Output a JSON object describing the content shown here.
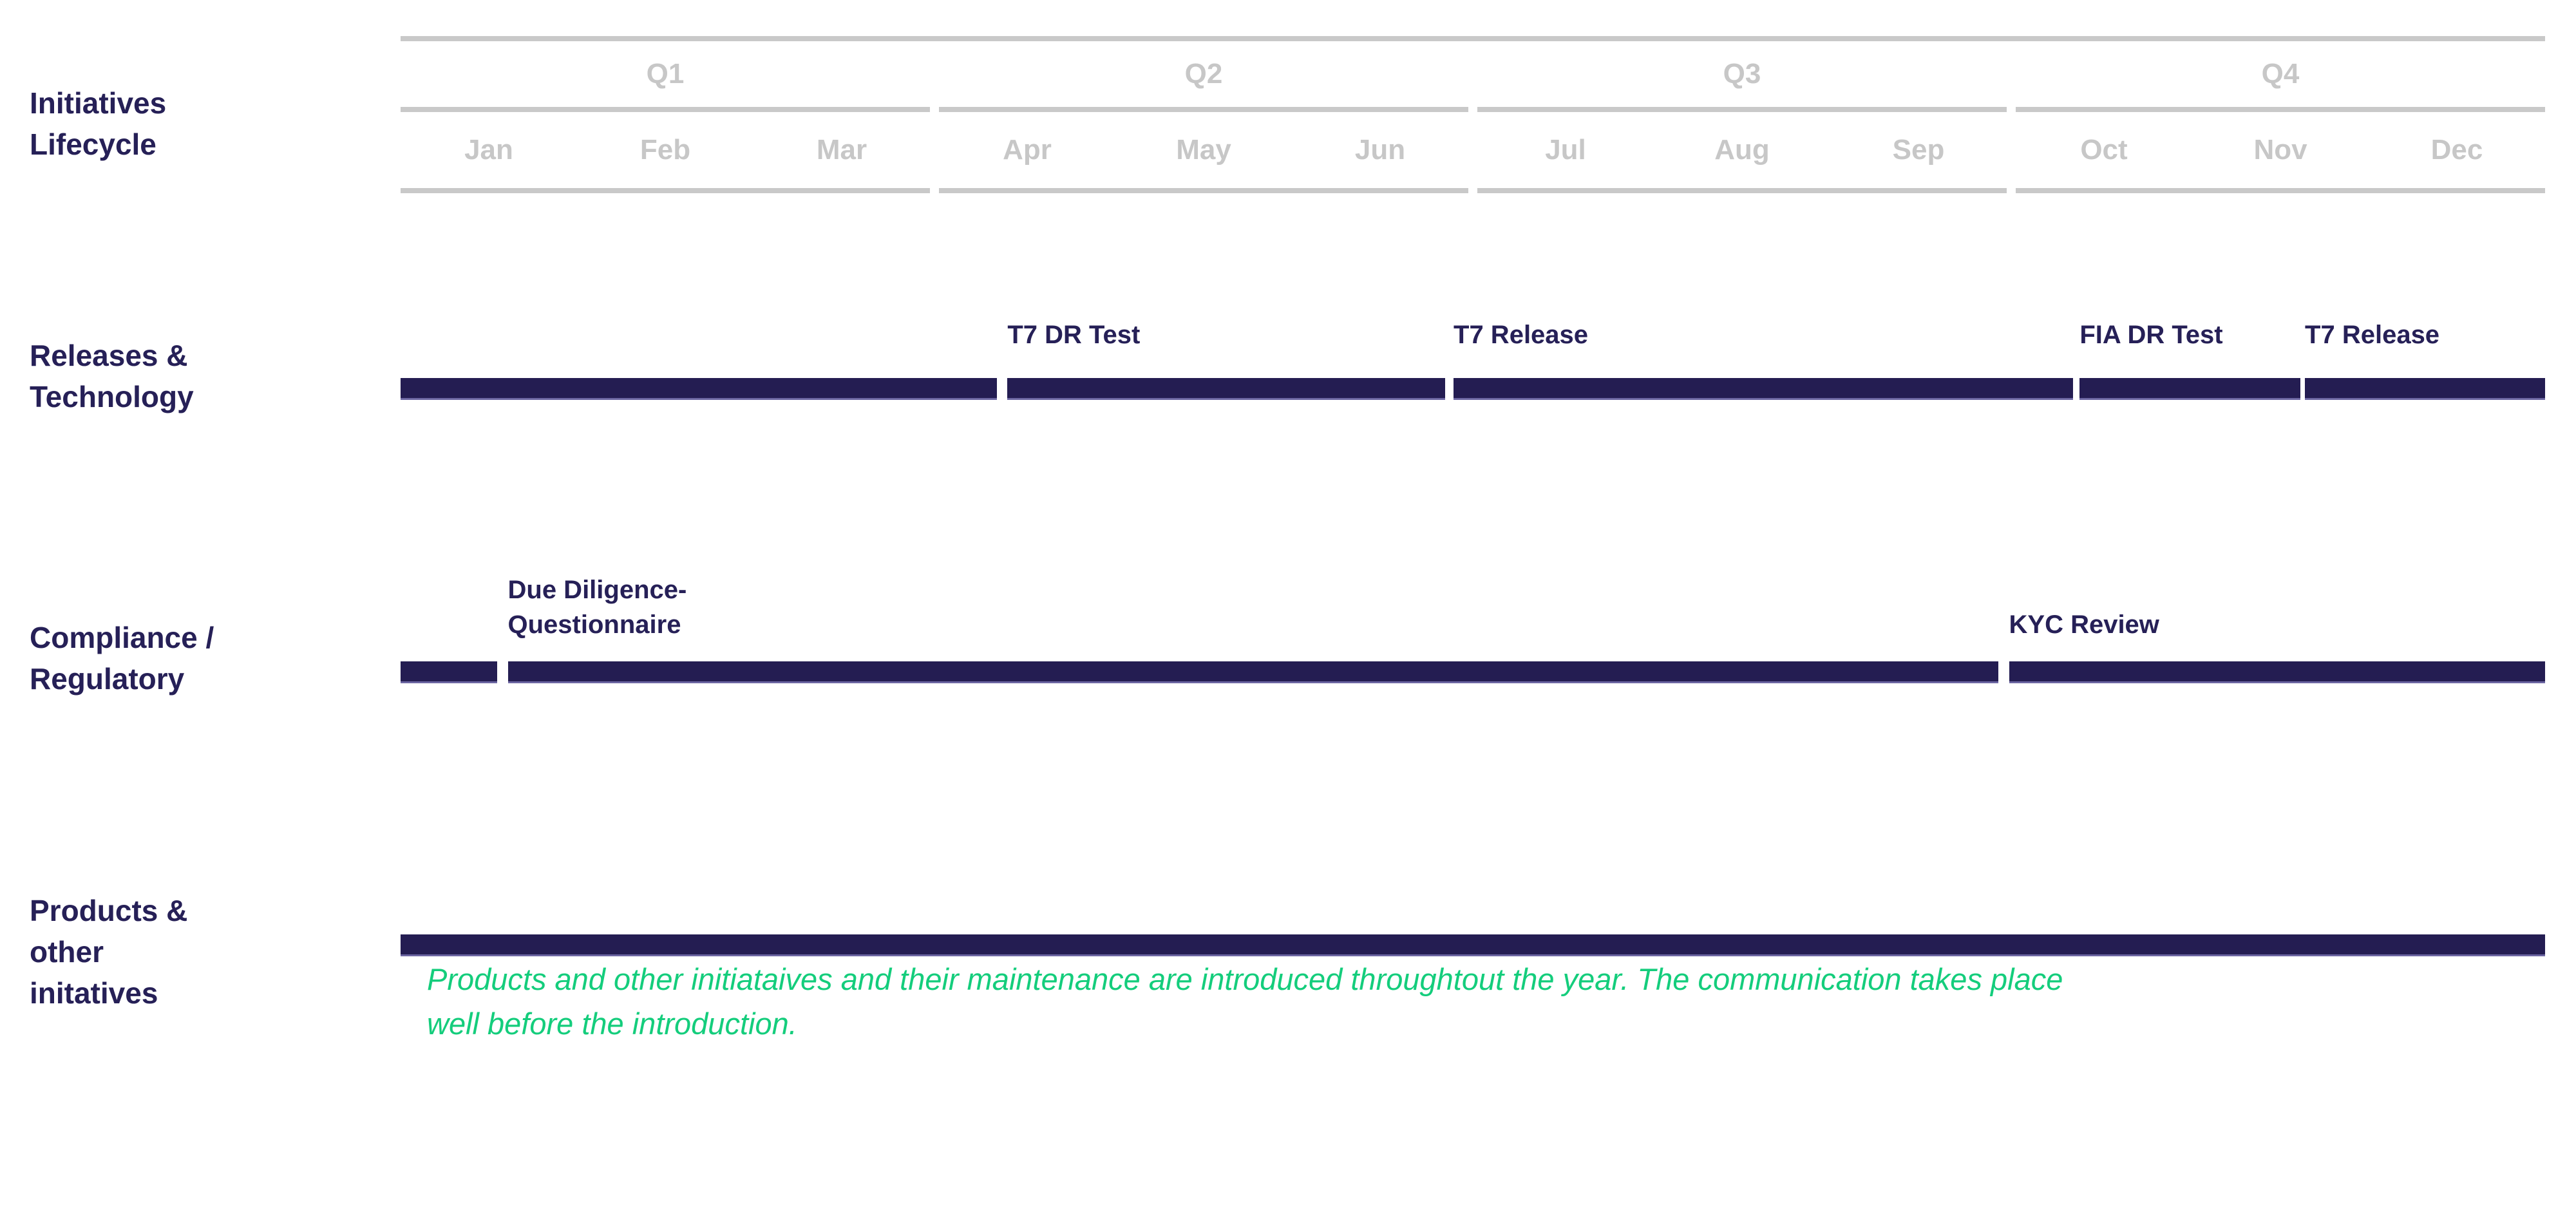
{
  "title": {
    "text": "Initiatives\nLifecycle"
  },
  "header": {
    "quarters": [
      {
        "label": "Q1",
        "months": [
          "Jan",
          "Feb",
          "Mar"
        ]
      },
      {
        "label": "Q2",
        "months": [
          "Apr",
          "May",
          "Jun"
        ]
      },
      {
        "label": "Q3",
        "months": [
          "Jul",
          "Aug",
          "Sep"
        ]
      },
      {
        "label": "Q4",
        "months": [
          "Oct",
          "Nov",
          "Dec"
        ]
      }
    ]
  },
  "rows": [
    {
      "name": "releases-technology",
      "label": "Releases &\nTechnology",
      "segments": [
        {
          "start": 0,
          "end": 27.8
        },
        {
          "label": "T7 DR Test",
          "start": 28.3,
          "end": 48.7
        },
        {
          "label": "T7 Release",
          "start": 49.1,
          "end": 78.0
        },
        {
          "label": "FIA DR Test",
          "start": 78.3,
          "end": 88.6
        },
        {
          "label": "T7 Release",
          "start": 88.8,
          "end": 100
        }
      ]
    },
    {
      "name": "compliance-regulatory",
      "label": "Compliance /\nRegulatory",
      "segments": [
        {
          "start": 0,
          "end": 4.5
        },
        {
          "label": "Due Diligence-\nQuestionnaire",
          "start": 5.0,
          "end": 74.5
        },
        {
          "label": "KYC Review",
          "start": 75.0,
          "end": 100
        }
      ]
    },
    {
      "name": "products-other-initatives",
      "label": "Products &\nother\ninitatives",
      "segments": [
        {
          "start": 0,
          "end": 100
        }
      ],
      "note": "Products and other initiataives and their maintenance are introduced throughtout the year. The communication takes place\nwell before the introduction."
    }
  ],
  "colors": {
    "bar_navy": "#241d52",
    "text_navy": "#262057",
    "header_gray_text": "#c7c7c7",
    "header_gray_line": "#c9c9c9",
    "note_green": "#14cd7c"
  }
}
